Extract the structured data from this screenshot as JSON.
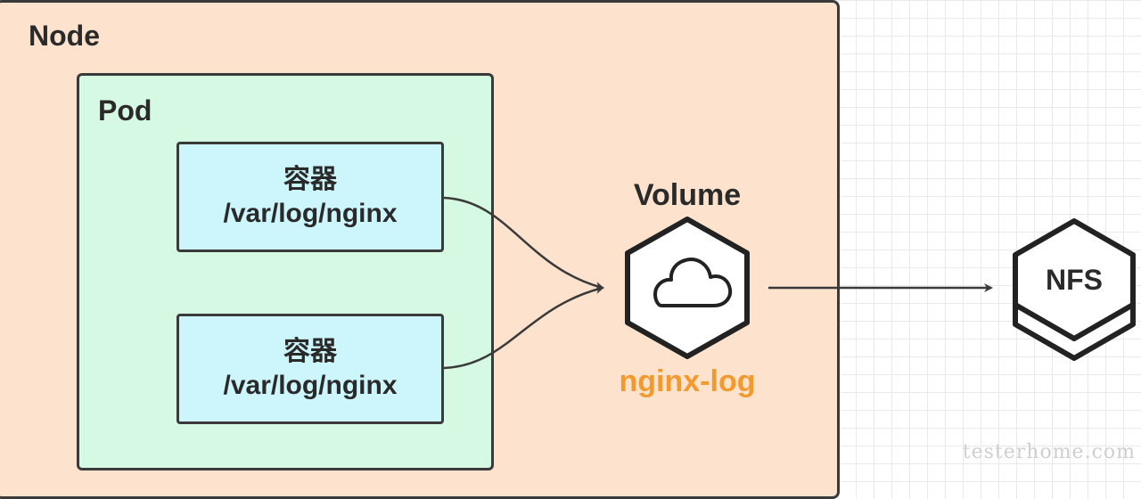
{
  "node": {
    "title": "Node"
  },
  "pod": {
    "title": "Pod",
    "containers": [
      {
        "name": "容器",
        "path": "/var/log/nginx"
      },
      {
        "name": "容器",
        "path": "/var/log/nginx"
      }
    ]
  },
  "volume": {
    "label": "Volume",
    "name": "nginx-log",
    "icon": "cloud-icon"
  },
  "nfs": {
    "label": "NFS"
  },
  "watermark": "testerhome.com",
  "colors": {
    "node_fill": "#fde3cd",
    "pod_fill": "#d5f9e2",
    "container_fill": "#ccf6fb",
    "volume_name": "#f29a2e",
    "stroke": "#3a3a3a"
  }
}
